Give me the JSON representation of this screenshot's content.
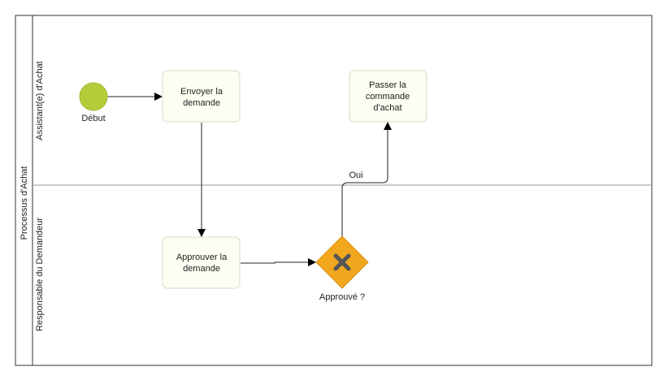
{
  "pool": {
    "label": "Processus d'Achat"
  },
  "lanes": [
    {
      "label": "Assistant(e) d'Achat"
    },
    {
      "label": "Responsable du Demandeur"
    }
  ],
  "events": {
    "start": {
      "label": "Début",
      "color": "#b5cc3a"
    }
  },
  "tasks": {
    "send_request": {
      "lines": [
        "Envoyer la",
        "demande"
      ]
    },
    "place_order": {
      "lines": [
        "Passer la",
        "commande",
        "d'achat"
      ]
    },
    "approve_request": {
      "lines": [
        "Approuver la",
        "demande"
      ]
    }
  },
  "gateway": {
    "label": "Approuvé ?",
    "color": "#f2a81e",
    "type": "exclusive"
  },
  "flows": {
    "yes_label": "Oui"
  },
  "colors": {
    "task_fill": "#fdfdf2",
    "task_stroke": "#d9d9c8",
    "border": "#333333",
    "lane_divider": "#999999"
  }
}
